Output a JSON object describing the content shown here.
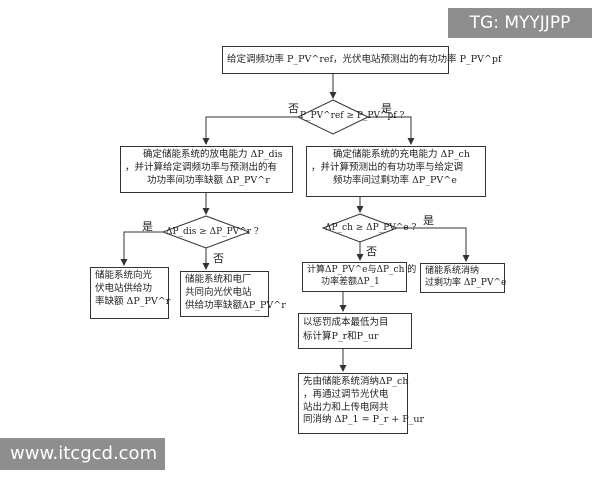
{
  "watermark_top": "TG: MYYJJPP",
  "watermark_bottom": "www.itcgcd.com",
  "flow": {
    "start": "给定调频功率 P_PV^ref，光伏电站预测出的有功功率 P_PV^pf",
    "d1": "P_PV^ref ≥ P_PV^pf ?",
    "no_label": "否",
    "yes_label": "是",
    "left_box": [
      "确定储能系统的放电能力 ΔP_dis",
      "，并计算给定调频功率与预测出的有",
      "功功率间功率缺额 ΔP_PV^r"
    ],
    "right_box": [
      "确定储能系统的充电能力 ΔP_ch",
      "，并计算预测出的有功功率与给定调",
      "频功率间过剩功率 ΔP_PV^e"
    ],
    "d2": "ΔP_dis ≥ ΔP_PV^r ?",
    "d3": "ΔP_ch ≥ ΔP_PV^e ?",
    "box_l1": [
      "储能系统向光",
      "伏电站供给功",
      "率缺额 ΔP_PV^r"
    ],
    "box_l2": [
      "储能系统和电厂",
      "共同向光伏电站",
      "供给功率缺额ΔP_PV^r"
    ],
    "box_r_calc": [
      "计算ΔP_PV^e与ΔP_ch 的",
      "功率差额ΔP_1"
    ],
    "box_r_absorb": [
      "储能系统消纳",
      "过剩功率 ΔP_PV^e"
    ],
    "box_r_opt": [
      "以惩罚成本最低为目",
      "标计算P_r和P_ur"
    ],
    "box_r_final": [
      "先由储能系统消纳ΔP_ch",
      "，再通过调节光伏电",
      "站出力和上传电网共",
      "同消纳 ΔP_1 = P_r + P_ur"
    ]
  },
  "colors": {
    "line": "#333333",
    "watermark_bg": "#8e8e8e"
  }
}
